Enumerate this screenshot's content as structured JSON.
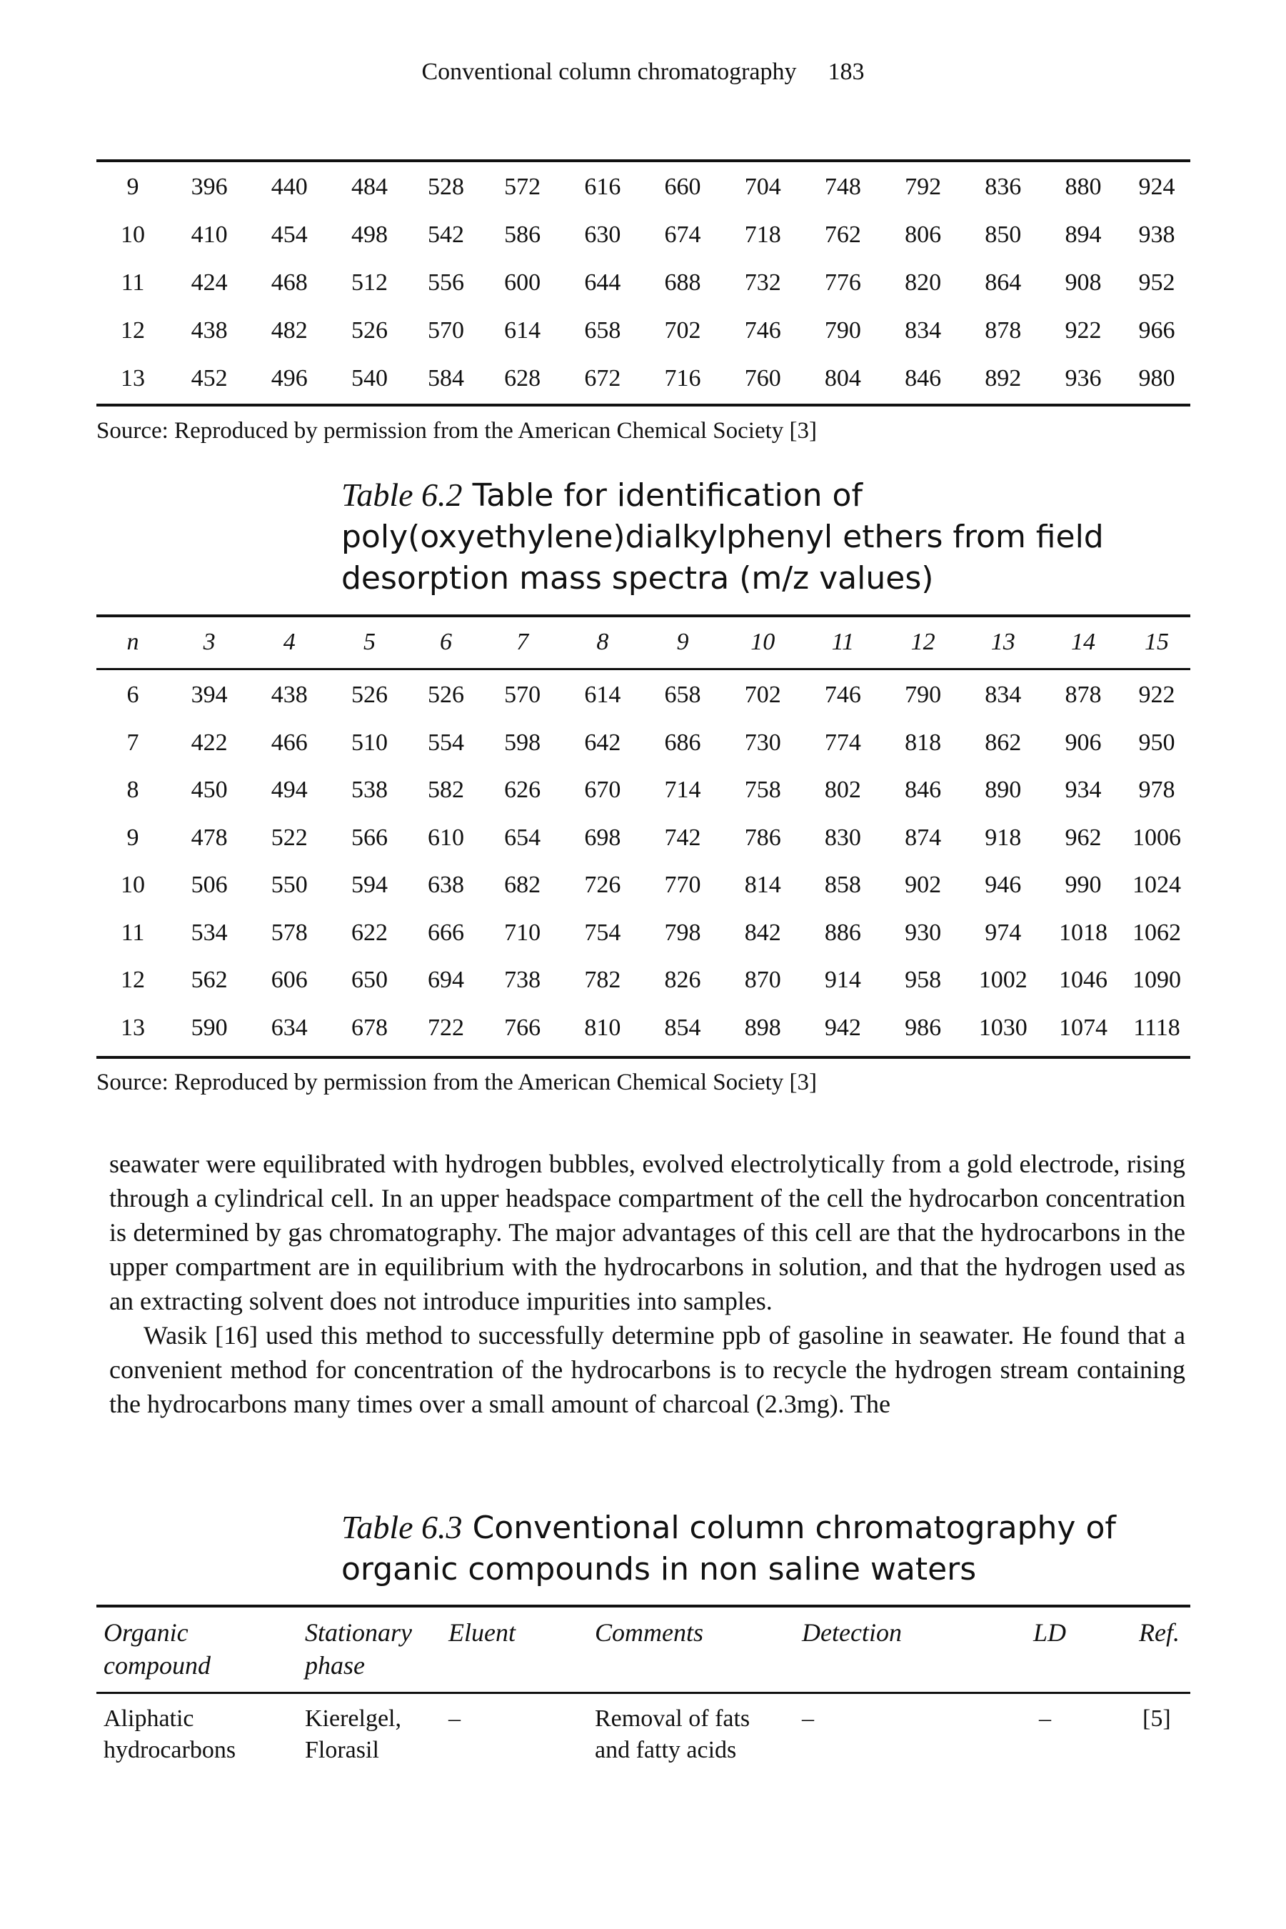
{
  "header": {
    "running_title": "Conventional column chromatography",
    "page_number": "183"
  },
  "table1_cont": {
    "rows": [
      [
        "9",
        "396",
        "440",
        "484",
        "528",
        "572",
        "616",
        "660",
        "704",
        "748",
        "792",
        "836",
        "880",
        "924"
      ],
      [
        "10",
        "410",
        "454",
        "498",
        "542",
        "586",
        "630",
        "674",
        "718",
        "762",
        "806",
        "850",
        "894",
        "938"
      ],
      [
        "11",
        "424",
        "468",
        "512",
        "556",
        "600",
        "644",
        "688",
        "732",
        "776",
        "820",
        "864",
        "908",
        "952"
      ],
      [
        "12",
        "438",
        "482",
        "526",
        "570",
        "614",
        "658",
        "702",
        "746",
        "790",
        "834",
        "878",
        "922",
        "966"
      ],
      [
        "13",
        "452",
        "496",
        "540",
        "584",
        "628",
        "672",
        "716",
        "760",
        "804",
        "846",
        "892",
        "936",
        "980"
      ]
    ],
    "source": "Source: Reproduced by permission from the American Chemical Society [3]"
  },
  "table2": {
    "label": "Table 6.2",
    "title_line1": "Table for identification of",
    "title_line2": "poly(oxyethylene)dialkylphenyl ethers from field",
    "title_line3": "desorption mass spectra (m/z values)",
    "header": [
      "n",
      "3",
      "4",
      "5",
      "6",
      "7",
      "8",
      "9",
      "10",
      "11",
      "12",
      "13",
      "14",
      "15"
    ],
    "rows": [
      [
        "6",
        "394",
        "438",
        "526",
        "526",
        "570",
        "614",
        "658",
        "702",
        "746",
        "790",
        "834",
        "878",
        "922"
      ],
      [
        "7",
        "422",
        "466",
        "510",
        "554",
        "598",
        "642",
        "686",
        "730",
        "774",
        "818",
        "862",
        "906",
        "950"
      ],
      [
        "8",
        "450",
        "494",
        "538",
        "582",
        "626",
        "670",
        "714",
        "758",
        "802",
        "846",
        "890",
        "934",
        "978"
      ],
      [
        "9",
        "478",
        "522",
        "566",
        "610",
        "654",
        "698",
        "742",
        "786",
        "830",
        "874",
        "918",
        "962",
        "1006"
      ],
      [
        "10",
        "506",
        "550",
        "594",
        "638",
        "682",
        "726",
        "770",
        "814",
        "858",
        "902",
        "946",
        "990",
        "1024"
      ],
      [
        "11",
        "534",
        "578",
        "622",
        "666",
        "710",
        "754",
        "798",
        "842",
        "886",
        "930",
        "974",
        "1018",
        "1062"
      ],
      [
        "12",
        "562",
        "606",
        "650",
        "694",
        "738",
        "782",
        "826",
        "870",
        "914",
        "958",
        "1002",
        "1046",
        "1090"
      ],
      [
        "13",
        "590",
        "634",
        "678",
        "722",
        "766",
        "810",
        "854",
        "898",
        "942",
        "986",
        "1030",
        "1074",
        "1118"
      ]
    ],
    "source": "Source: Reproduced by permission from the American Chemical Society [3]"
  },
  "body": {
    "paragraph1": "seawater were equilibrated with hydrogen bubbles, evolved electrolytically from a gold electrode, rising through a cylindrical cell. In an upper headspace compartment of the cell the hydrocarbon concentration is determined by gas chromatography. The major advantages of this cell are that the hydrocarbons in the upper compartment are in equilibrium with the hydrocarbons in solution, and that the hydrogen used as an extracting solvent does not introduce impurities into samples.",
    "paragraph2": "Wasik [16] used this method to successfully determine ppb of gasoline in seawater. He found that a convenient method for concentration of the hydrocarbons is to recycle the hydrogen stream containing the hydrocarbons many times over a small amount of charcoal (2.3mg). The"
  },
  "table3": {
    "label": "Table 6.3",
    "title_line1": "Conventional column chromatography of",
    "title_line2": "organic compounds in non saline waters",
    "headers": {
      "organic_1": "Organic",
      "organic_2": "compound",
      "stationary_1": "Stationary",
      "stationary_2": "phase",
      "eluent": "Eluent",
      "comments": "Comments",
      "detection": "Detection",
      "ld": "LD",
      "ref": "Ref."
    },
    "row1": {
      "organic_1": "Aliphatic",
      "organic_2": "hydrocarbons",
      "stationary_1": "Kierelgel,",
      "stationary_2": "Florasil",
      "eluent": "–",
      "comments_1": "Removal of fats",
      "comments_2": "and fatty acids",
      "detection": "–",
      "ld": "–",
      "ref": "[5]"
    }
  }
}
